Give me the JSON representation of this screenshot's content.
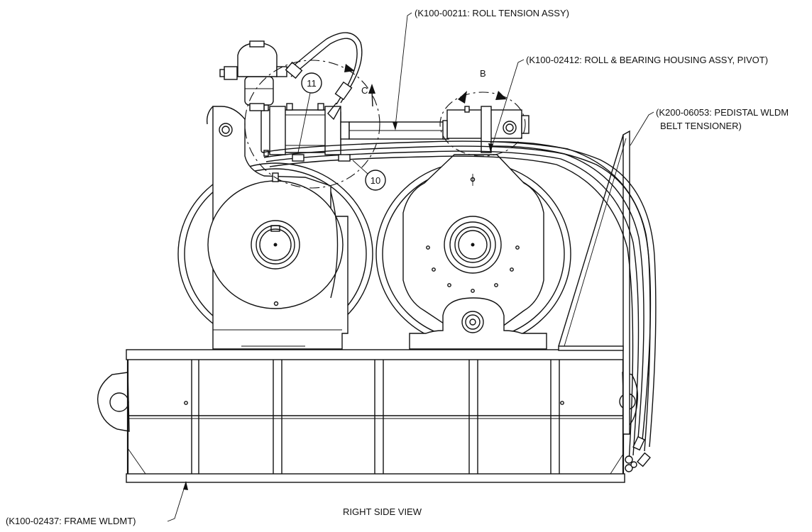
{
  "labels": {
    "roll_tension": "(K100-00211: ROLL TENSION ASSY)",
    "roll_bearing": "(K100-02412: ROLL & BEARING HOUSING ASSY, PIVOT)",
    "pedistal_line1": "(K200-06053: PEDISTAL WLDM",
    "pedistal_line2": "BELT TENSIONER)",
    "frame": "(K100-02437: FRAME WLDMT)",
    "view_title": "RIGHT SIDE VIEW"
  },
  "balloons": {
    "item_11": "11",
    "item_10": "10"
  },
  "rotation_letters": {
    "b": "B",
    "c": "C"
  }
}
